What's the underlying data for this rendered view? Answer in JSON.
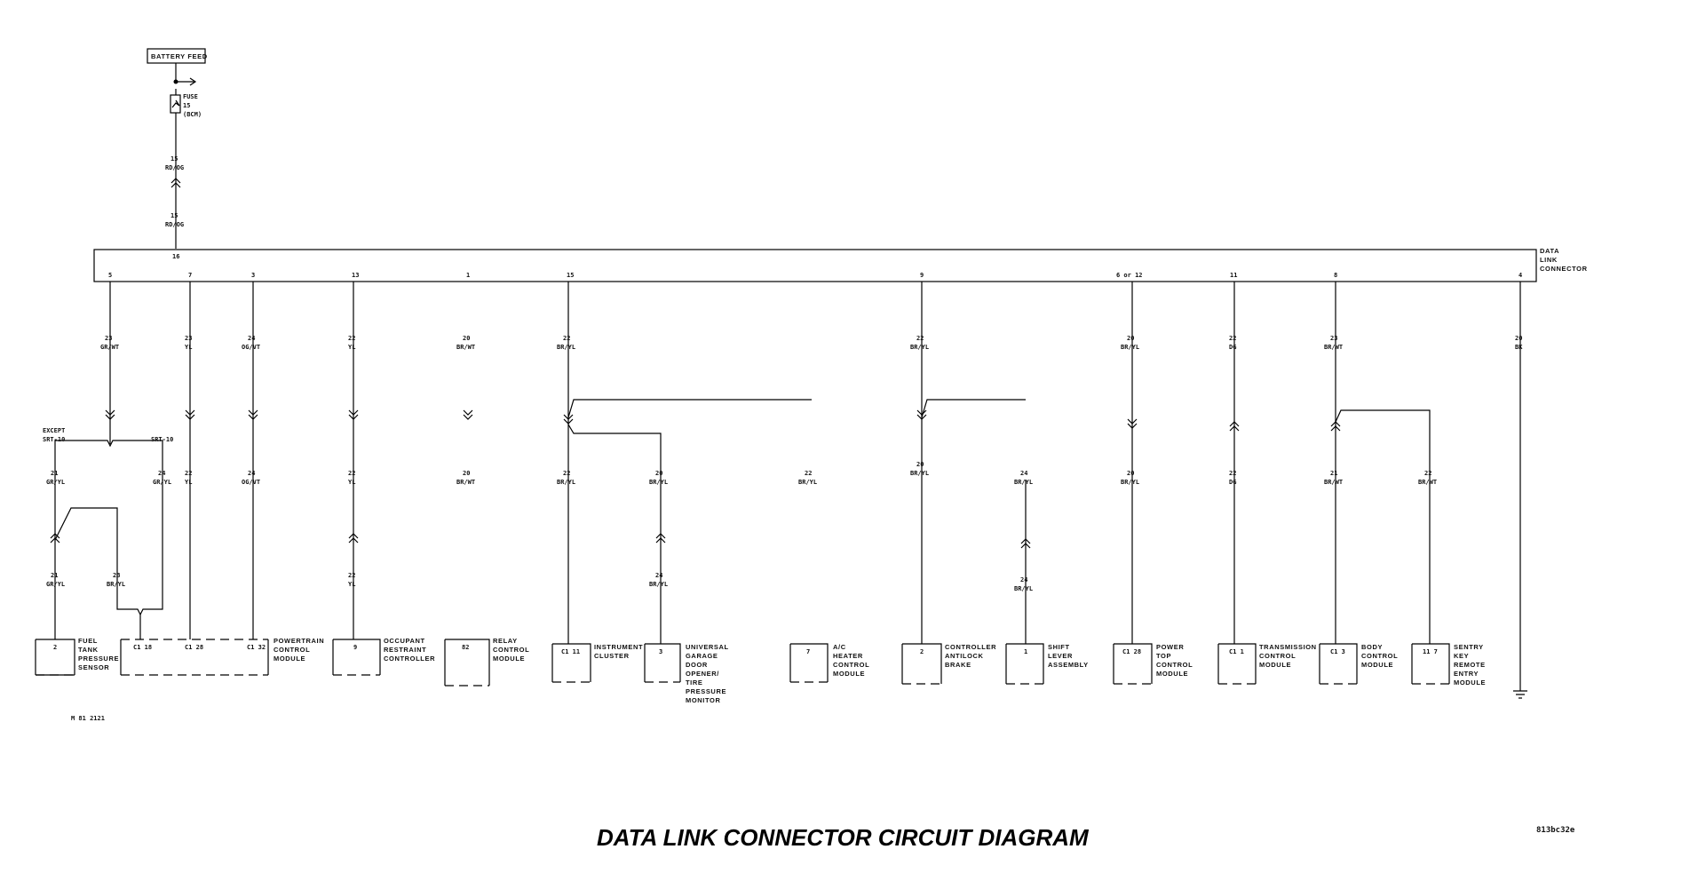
{
  "battery_feed": "BATTERY FEED",
  "fuse_label": [
    "FUSE",
    "15",
    "(BCM)"
  ],
  "upper_wire": [
    "15",
    "RD/OG"
  ],
  "lower_wire": [
    "15",
    "RD/OG"
  ],
  "dlc_pin": "16",
  "dlc_label": [
    "DATA",
    "LINK",
    "CONNECTOR"
  ],
  "pins": [
    "5",
    "7",
    "3",
    "13",
    "1",
    "15",
    "9",
    "6 or 12",
    "11",
    "8",
    "4"
  ],
  "top_wires": [
    [
      "23",
      "GR/WT"
    ],
    [
      "23",
      "YL"
    ],
    [
      "24",
      "OG/VT"
    ],
    [
      "22",
      "YL"
    ],
    [
      "20",
      "BR/WT"
    ],
    [
      "22",
      "BR/YL"
    ],
    [
      "22",
      "BR/YL"
    ],
    [
      "20",
      "BR/YL"
    ],
    [
      "22",
      "DG"
    ],
    [
      "23",
      "BR/WT"
    ],
    [
      "20",
      "BK"
    ]
  ],
  "except_label": [
    "EXCEPT",
    "SRT-10"
  ],
  "srt_label": "SRT-10",
  "mid_wires": [
    [
      "21",
      "GR/YL"
    ],
    [
      "24",
      "GR/YL"
    ],
    [
      "22",
      "YL"
    ],
    [
      "24",
      "OG/VT"
    ],
    [
      "22",
      "YL"
    ],
    [
      "20",
      "BR/WT"
    ],
    [
      "22",
      "BR/YL"
    ],
    [
      "20",
      "BR/YL"
    ],
    [
      "22",
      "BR/YL"
    ],
    [
      "20",
      "BR/YL"
    ],
    [
      "24",
      "BR/YL"
    ],
    [
      "20",
      "BR/YL"
    ],
    [
      "22",
      "DG"
    ],
    [
      "21",
      "BR/WT"
    ],
    [
      "22",
      "BR/WT"
    ]
  ],
  "low_wires": [
    [
      "21",
      "GR/YL"
    ],
    [
      "23",
      "BR/YL"
    ],
    [
      "22",
      "YL"
    ],
    [
      "24",
      "BR/YL"
    ],
    [
      "24",
      "BR/YL"
    ]
  ],
  "modules": [
    {
      "pin": "2",
      "name": [
        "FUEL",
        "TANK",
        "PRESSURE",
        "SENSOR"
      ]
    },
    {
      "pin": "C1 18",
      "name": []
    },
    {
      "pin": "C1 28",
      "name": []
    },
    {
      "pin": "C1 32",
      "name": [
        "POWERTRAIN",
        "CONTROL",
        "MODULE"
      ]
    },
    {
      "pin": "9",
      "name": [
        "OCCUPANT",
        "RESTRAINT",
        "CONTROLLER"
      ]
    },
    {
      "pin": "82",
      "name": [
        "RELAY",
        "CONTROL",
        "MODULE"
      ]
    },
    {
      "pin": "C1 11",
      "name": [
        "INSTRUMENT",
        "CLUSTER"
      ]
    },
    {
      "pin": "3",
      "name": [
        "UNIVERSAL",
        "GARAGE",
        "DOOR",
        "OPENER/",
        "TIRE",
        "PRESSURE",
        "MONITOR"
      ]
    },
    {
      "pin": "7",
      "name": [
        "A/C",
        "HEATER",
        "CONTROL",
        "MODULE"
      ]
    },
    {
      "pin": "2",
      "name": [
        "CONTROLLER",
        "ANTILOCK",
        "BRAKE"
      ]
    },
    {
      "pin": "1",
      "name": [
        "SHIFT",
        "LEVER",
        "ASSEMBLY"
      ]
    },
    {
      "pin": "C1 28",
      "name": [
        "POWER",
        "TOP",
        "CONTROL",
        "MODULE"
      ]
    },
    {
      "pin": "C1 1",
      "name": [
        "TRANSMISSION",
        "CONTROL",
        "MODULE"
      ]
    },
    {
      "pin": "C1 3",
      "name": [
        "BODY",
        "CONTROL",
        "MODULE"
      ]
    },
    {
      "pin": "11 7",
      "name": [
        "SENTRY",
        "KEY",
        "REMOTE",
        "ENTRY",
        "MODULE"
      ]
    }
  ],
  "bottom_ref": "M 81 2121",
  "title": "DATA LINK CONNECTOR CIRCUIT DIAGRAM",
  "figure_id": "813bc32e"
}
